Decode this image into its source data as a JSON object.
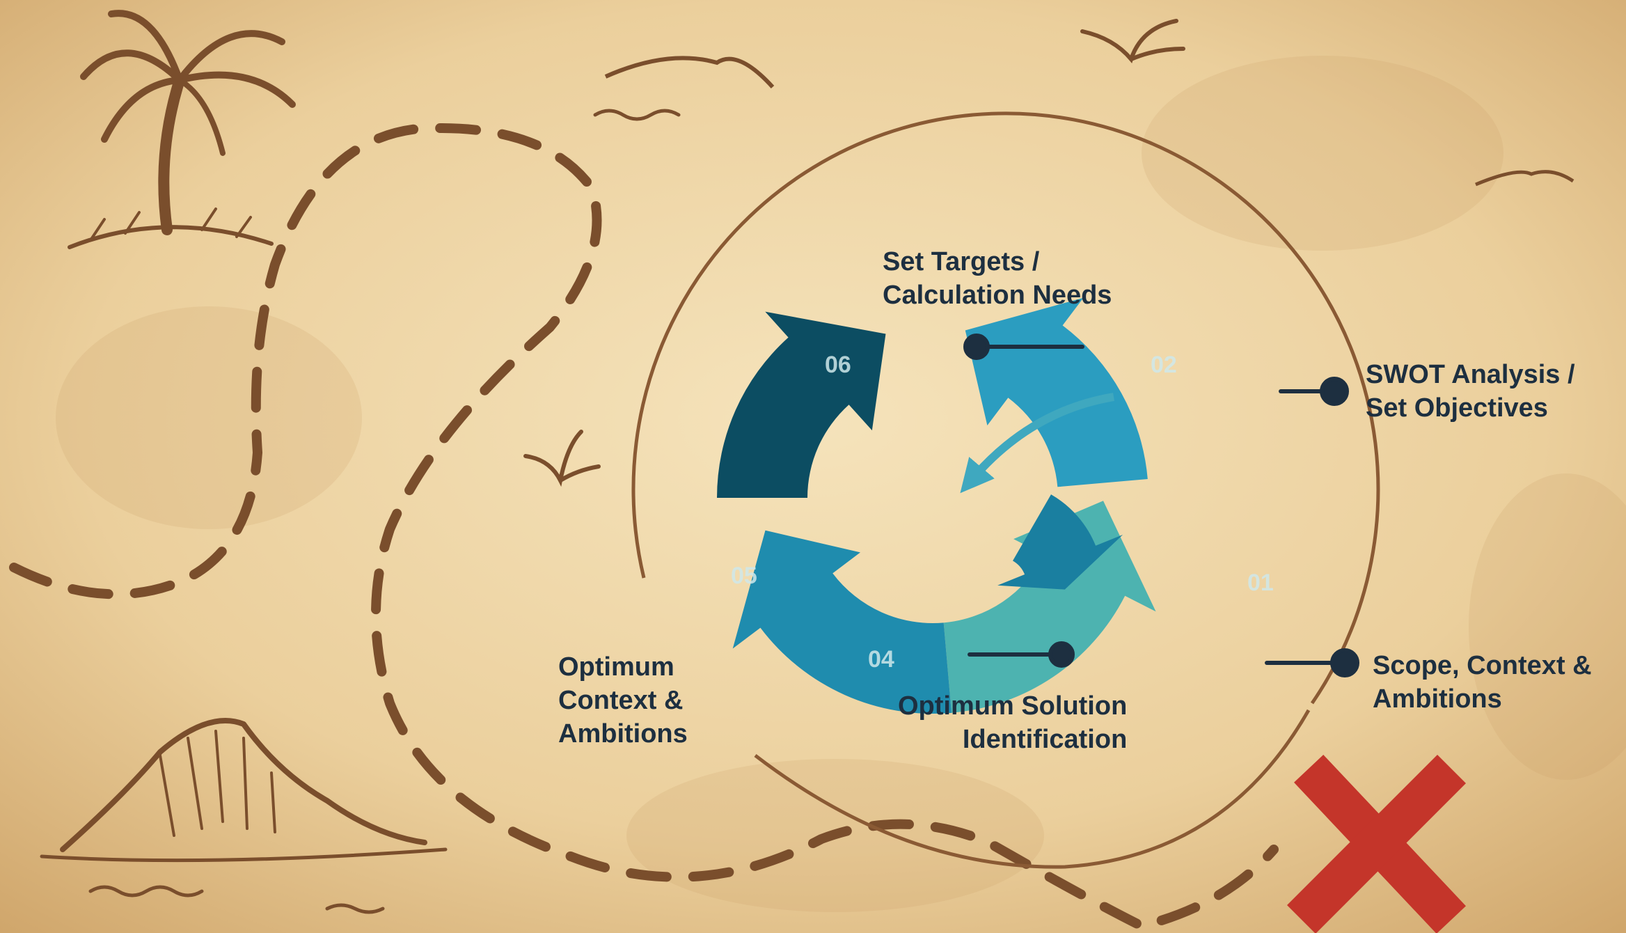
{
  "diagram": {
    "type": "cycle",
    "steps": [
      {
        "number": "01",
        "label": [
          "Scope, Context &",
          "Ambitions"
        ],
        "color": "#4db3b0"
      },
      {
        "number": "02",
        "label": [
          "SWOT Analysis /",
          "Set Objectives"
        ],
        "color": "#2b9dc0"
      },
      {
        "number": "04",
        "label": [
          "Optimum Solution",
          "Identification"
        ],
        "color": "#1a7fa0"
      },
      {
        "number": "05",
        "label": [
          "Optimum",
          "Context &",
          "Ambitions"
        ],
        "color": "#1f8cae"
      },
      {
        "number": "06",
        "label": [
          "Set Targets /",
          "Calculation Needs"
        ],
        "color": "#0c4d62"
      }
    ]
  },
  "colors": {
    "parchment": "#ecd3a2",
    "ink": "#7a4e2c",
    "text": "#1d2f40",
    "x_mark": "#c4352a"
  },
  "icons": [
    "palm-tree-icon",
    "mountain-icon",
    "bird-icon",
    "x-mark-icon",
    "wave-icon"
  ]
}
